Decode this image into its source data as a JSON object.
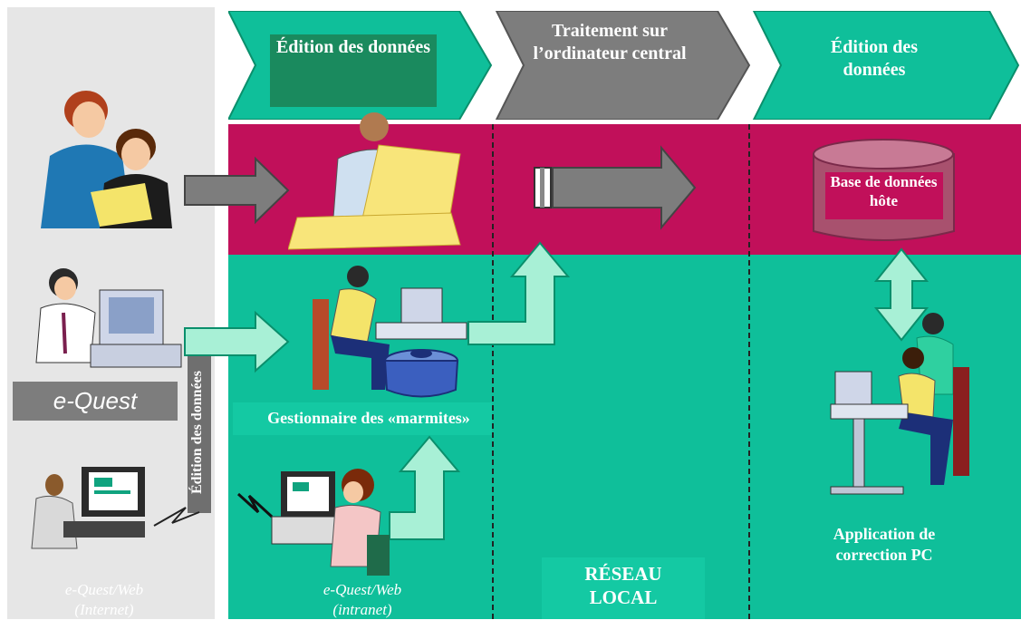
{
  "header": {
    "stage1": "Édition des données",
    "stage2": "Traitement sur l’ordinateur central",
    "stage3": "Édition des données"
  },
  "sidebar": {
    "equest_logo": "e-Quest",
    "equest_web_internet": "e-Quest/Web",
    "equest_web_internet_paren": "(Internet)",
    "vertical_label": "Édition des données"
  },
  "main": {
    "pot_manager": "Gestionnaire des «marmites»",
    "equest_web_intranet": "e-Quest/Web",
    "equest_web_intranet_paren": "(intranet)",
    "host_db": "Base de données hôte",
    "pc_app": "Application de correction PC",
    "network_line1": "RÉSEAU",
    "network_line2": "LOCAL"
  },
  "colors": {
    "teal": "#0fbf9a",
    "teal_dark": "#0a8f6c",
    "magenta": "#c1105a",
    "gray": "#7d7d7d",
    "sidebar": "#e6e6e6"
  }
}
